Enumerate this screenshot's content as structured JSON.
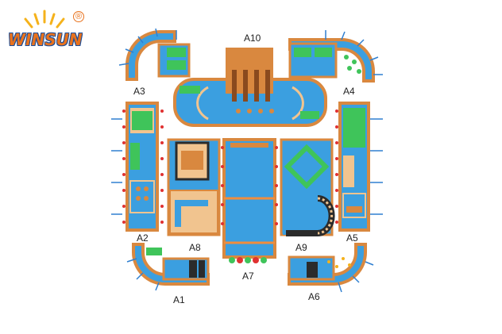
{
  "logo": {
    "text": "WINSUN",
    "registered_mark": "®",
    "icon": "sun-icon",
    "colors": {
      "orange": "#e8721d",
      "blue": "#1c4e9a",
      "yellow": "#f5b21b"
    }
  },
  "zones": {
    "A1": "A1",
    "A2": "A2",
    "A3": "A3",
    "A4": "A4",
    "A5": "A5",
    "A6": "A6",
    "A7": "A7",
    "A8": "A8",
    "A9": "A9",
    "A10": "A10"
  },
  "colors": {
    "pool_blue": "#3b9fe0",
    "base_tan": "#f1c48f",
    "border_orange": "#d9883f",
    "lane_orange": "#f08d3c",
    "obstacle_green": "#3fc45a",
    "anchor_red": "#e03131",
    "stake_blue": "#2f7fd0",
    "dark": "#2b2b2b"
  }
}
